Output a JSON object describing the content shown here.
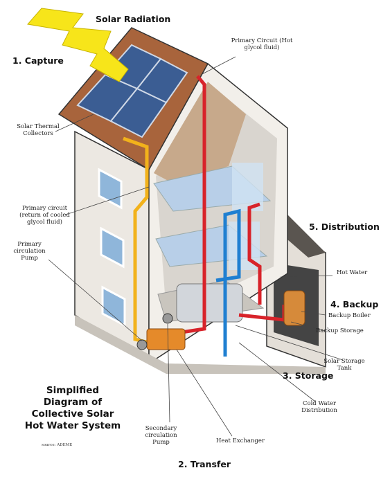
{
  "diagram": {
    "title_lines": [
      "Simplified",
      "Diagram of",
      "Collective Solar",
      "Hot Water System"
    ],
    "source": "source: ADEME",
    "stages": {
      "capture": "1. Capture",
      "transfer": "2. Transfer",
      "storage": "3. Storage",
      "backup": "4. Backup",
      "distribution": "5. Distribution"
    },
    "labels": {
      "solar_radiation": "Solar Radiation",
      "primary_circuit_hot": [
        "Primary Circuit (Hot",
        "glycol fluid)"
      ],
      "solar_thermal_collectors": [
        "Solar Thermal",
        "Collectors"
      ],
      "primary_circuit_return": [
        "Primary circuit",
        "(return of cooled",
        "glycol fluid)"
      ],
      "primary_circulation_pump": [
        "Primary",
        "circulation",
        "Pump"
      ],
      "hot_water": "Hot Water",
      "backup_boiler": "Backup Boiler",
      "backup_storage": "Backup Storage",
      "solar_storage_tank": [
        "Solar Storage",
        "Tank"
      ],
      "cold_water_distribution": [
        "Cold Water",
        "Distribution"
      ],
      "secondary_circulation_pump": [
        "Secondary",
        "circulation",
        "Pump"
      ],
      "heat_exchanger": "Heat Exchanger"
    },
    "colors": {
      "hot_pipe": "#d8232a",
      "cold_pipe": "#1f7fd1",
      "return_pipe": "#f2b21b",
      "lightning": "#f7e51a",
      "roof": "#a8643c",
      "wall": "#ece8e2",
      "panel": "#3b5d93"
    }
  }
}
